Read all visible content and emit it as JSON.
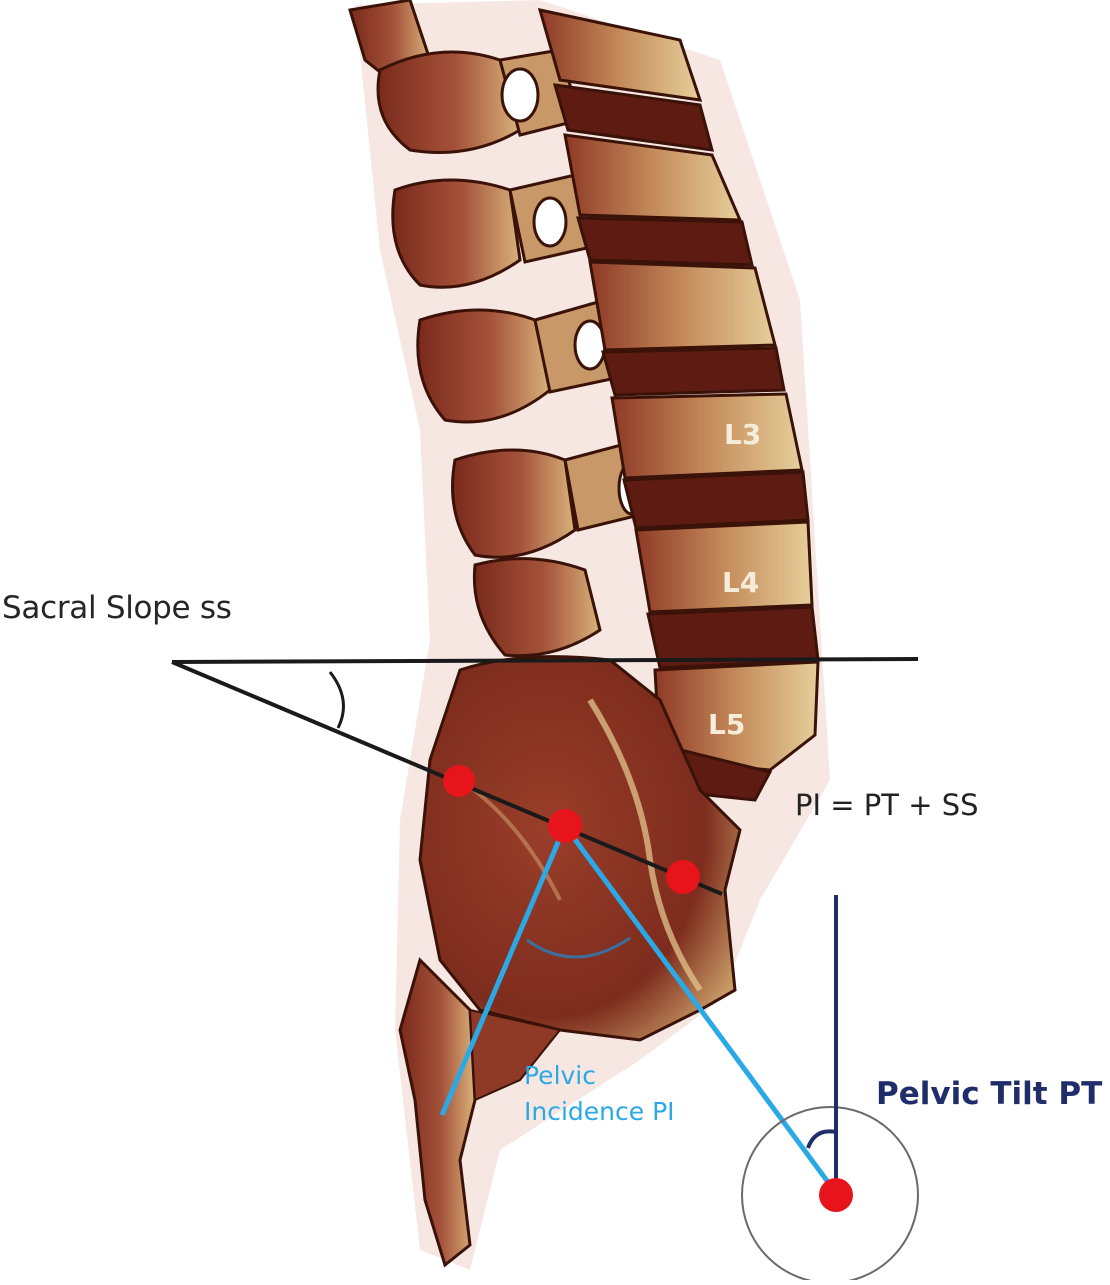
{
  "labels": {
    "sacral_slope": "Sacral Slope ss",
    "equation": "PI = PT + SS",
    "pelvic_incidence_line1": "Pelvic",
    "pelvic_incidence_line2": "Incidence  PI",
    "pelvic_tilt": "Pelvic Tilt PT",
    "vertebra_l3": "L3",
    "vertebra_l4": "L4",
    "vertebra_l5": "L5"
  },
  "colors": {
    "bone_dark": "#7a2a1c",
    "bone_mid": "#a4523a",
    "bone_light": "#e2c48c",
    "disc": "#5e1b12",
    "landmark_red": "#e8141c",
    "incidence_blue": "#2aa9e6",
    "tilt_navy": "#1f2d6b",
    "slope_black": "#1a1a1a"
  }
}
